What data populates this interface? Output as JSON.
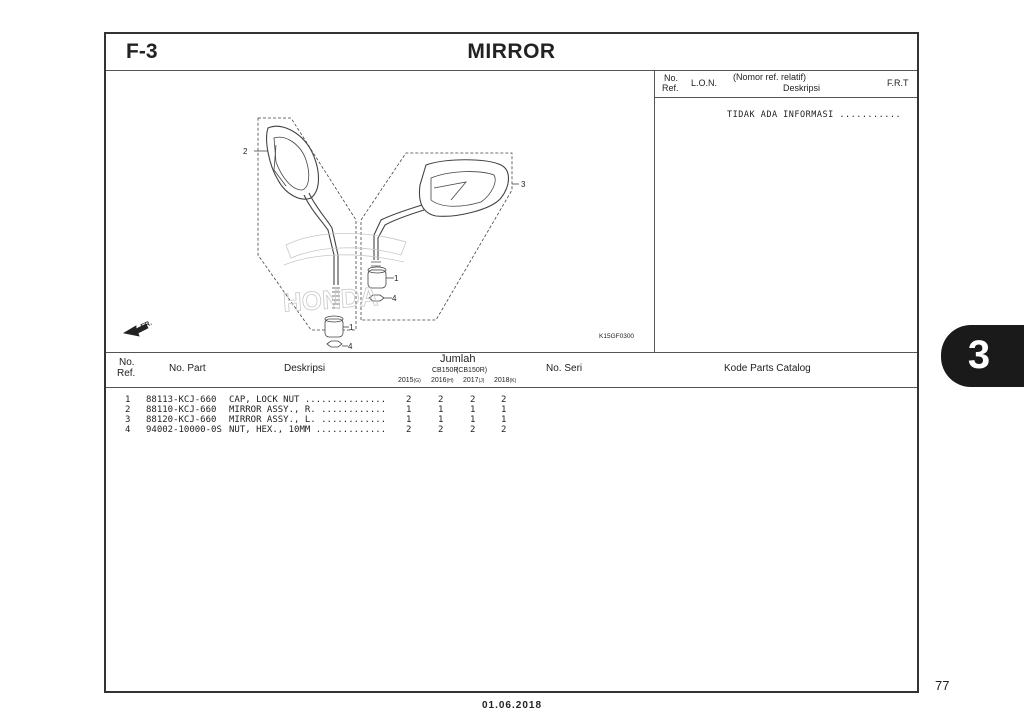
{
  "header": {
    "code": "F-3",
    "title": "MIRROR"
  },
  "info_panel": {
    "col_no": "No.",
    "col_ref": "Ref.",
    "col_lon": "L.O.N.",
    "col_nomor": "(Nomor ref. relatif)",
    "col_deskripsi": "Deskripsi",
    "col_frt": "F.R.T",
    "text": "TIDAK ADA INFORMASI ..........."
  },
  "diagram": {
    "code": "K15GF0300",
    "front_label": "FR.",
    "watermark": "HONDA",
    "callouts": [
      "2",
      "3",
      "1",
      "4",
      "1",
      "4"
    ]
  },
  "table": {
    "headers": {
      "no": "No.",
      "ref": "Ref.",
      "part": "No. Part",
      "deskripsi": "Deskripsi",
      "jumlah": "Jumlah",
      "model1": "CB150R",
      "model2": "(CB150R)",
      "year1": "2015",
      "year1_suffix": "(G)",
      "year2": "2016",
      "year2_suffix": "(H)",
      "year3": "2017",
      "year3_suffix": "(J)",
      "year4": "2018",
      "year4_suffix": "(K)",
      "seri": "No. Seri",
      "catalog": "Kode Parts Catalog"
    },
    "rows": [
      {
        "ref": "1",
        "part": "88113-KCJ-660",
        "desc": "CAP, LOCK NUT ...............",
        "q1": "2",
        "q2": "2",
        "q3": "2",
        "q4": "2"
      },
      {
        "ref": "2",
        "part": "88110-KCJ-660",
        "desc": "MIRROR ASSY., R. ............",
        "q1": "1",
        "q2": "1",
        "q3": "1",
        "q4": "1"
      },
      {
        "ref": "3",
        "part": "88120-KCJ-660",
        "desc": "MIRROR ASSY., L. ............",
        "q1": "1",
        "q2": "1",
        "q3": "1",
        "q4": "1"
      },
      {
        "ref": "4",
        "part": "94002-10000-0S",
        "desc": "NUT, HEX., 10MM .............",
        "q1": "2",
        "q2": "2",
        "q3": "2",
        "q4": "2"
      }
    ]
  },
  "tab": {
    "number": "3"
  },
  "page": {
    "number": "77",
    "date": "01.06.2018"
  }
}
